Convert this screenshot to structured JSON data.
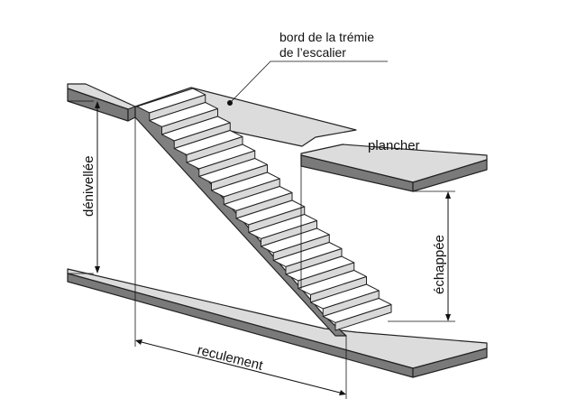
{
  "diagram": {
    "labels": {
      "tremie_line1": "bord de la trémie",
      "tremie_line2": "de l’escalier",
      "plancher": "plancher",
      "denivellee": "dénivellée",
      "echappee": "échappée",
      "reculement": "reculement"
    },
    "steps": 16,
    "colors": {
      "slab_top": "#dcdcdc",
      "slab_front": "#7a7a7a",
      "stringer": "#808080",
      "tread": "#ffffff",
      "riser": "#d9d9d9",
      "line": "#222222"
    }
  }
}
